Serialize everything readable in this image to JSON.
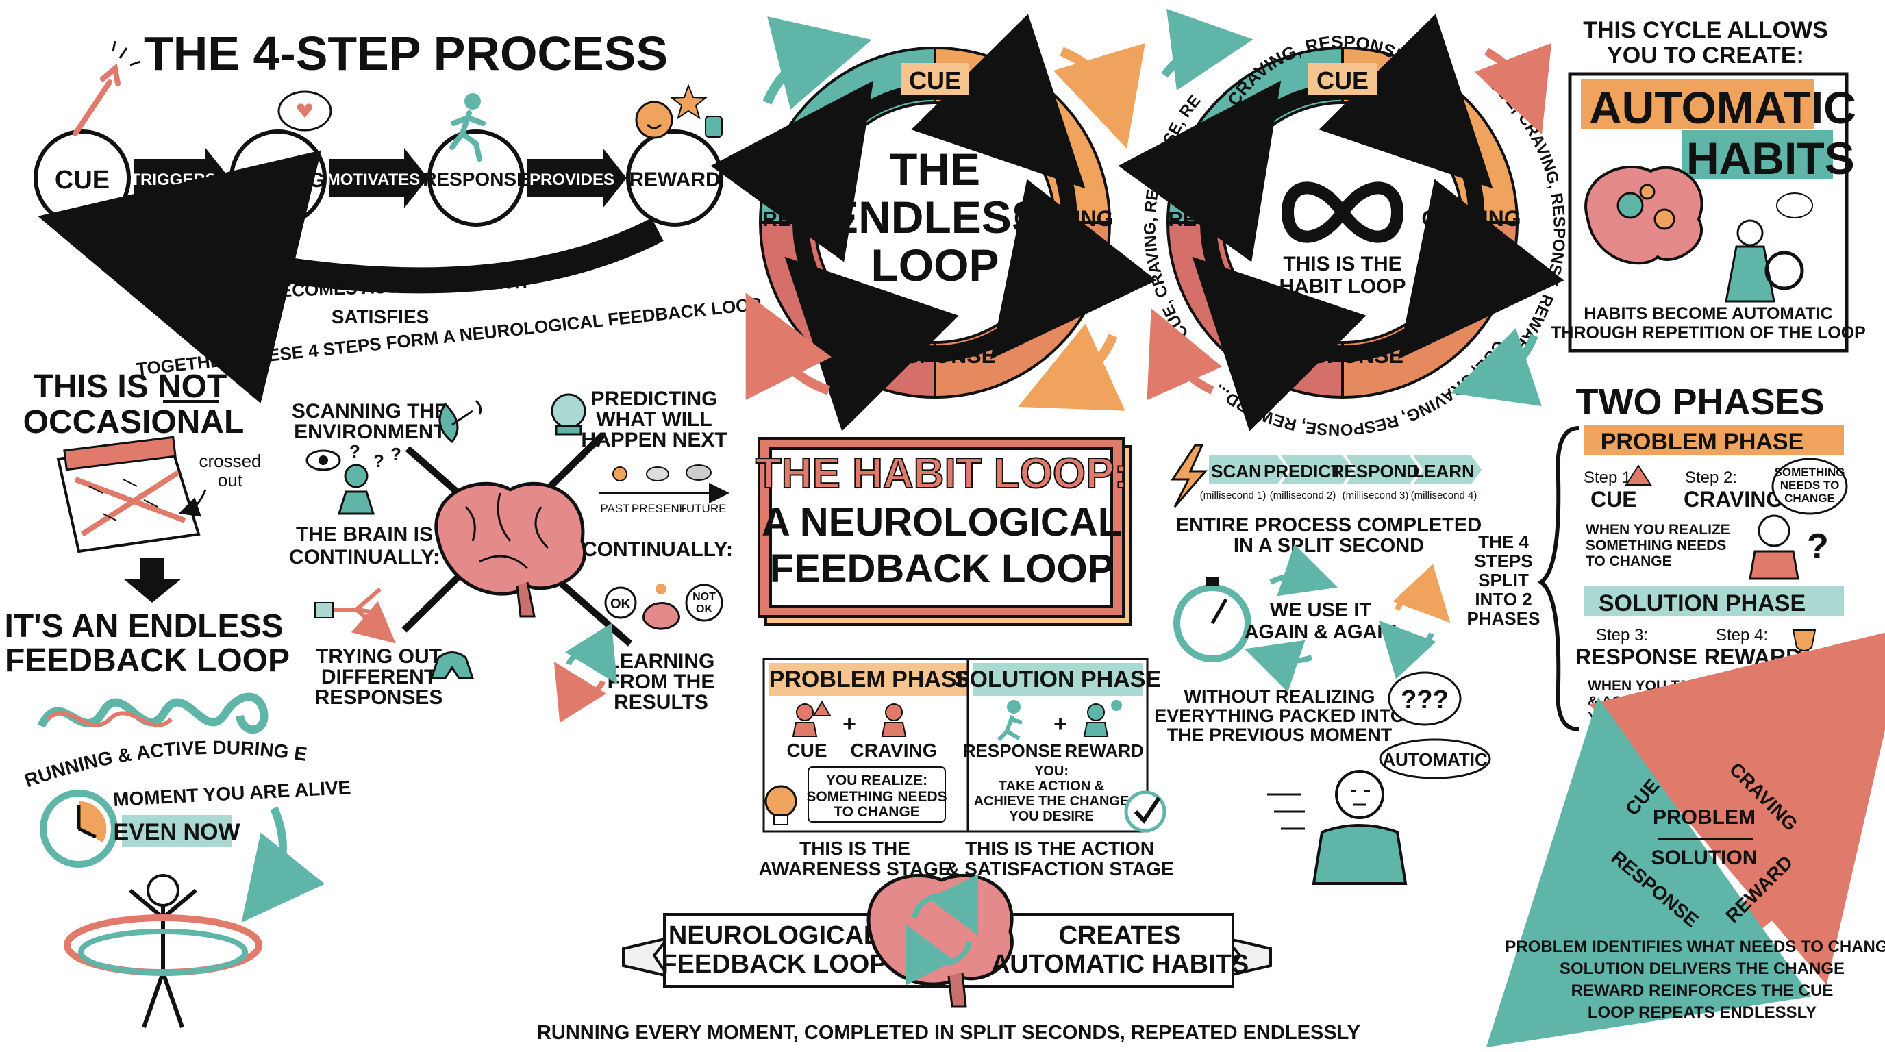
{
  "colors": {
    "teal": "#5fb5a8",
    "orange": "#f0a35c",
    "coral": "#e07a6a",
    "red": "#d35d5d",
    "ink": "#111111",
    "paper": "#ffffff",
    "tealLight": "#a9d9d0",
    "orangeLight": "#f6c48f"
  },
  "process": {
    "title": "THE 4-STEP PROCESS",
    "steps": [
      "CUE",
      "CRAVING",
      "RESPONSE",
      "REWARD"
    ],
    "connectors": [
      "TRIGGERS",
      "MOTIVATES",
      "PROVIDES"
    ],
    "return_label_1": "BECOMES ASSOCIATED WITH",
    "return_label_2": "SATISFIES",
    "summary": "TOGETHER, THESE 4 STEPS FORM A NEUROLOGICAL FEEDBACK LOOP"
  },
  "endless_loop": {
    "center": [
      "THE",
      "ENDLESS",
      "LOOP"
    ],
    "labels": {
      "top": "CUE",
      "right": "CRAVING",
      "bottom": "RESPONSE",
      "left": "REWARD"
    }
  },
  "infinity_loop": {
    "labels": {
      "top": "CUE",
      "right": "CRAVING",
      "bottom": "RESPONSE",
      "left": "REWARD"
    },
    "center": [
      "THIS IS THE",
      "HABIT LOOP"
    ],
    "ring_top": "CUE, CRAVING, RESPONSE, REWARD",
    "ring_right": "CUE, CRAVING, RESPONSE, REWARD",
    "ring_bottom": "CUE, CRAVING, RESPONSE, REWARD...",
    "ring_left": "CUE, CRAVING, RESPONSE, REWARD..."
  },
  "automatic": {
    "intro": [
      "THIS CYCLE ALLOWS",
      "YOU TO CREATE:"
    ],
    "title_1": "AUTOMATIC",
    "title_2": "HABITS",
    "caption": [
      "HABITS BECOME AUTOMATIC",
      "THROUGH REPETITION OF THE LOOP"
    ]
  },
  "not_occasional": {
    "title": [
      "THIS IS NOT",
      "OCCASIONAL"
    ],
    "note": [
      "crossed",
      "out"
    ],
    "result": [
      "IT'S AN ENDLESS",
      "FEEDBACK LOOP"
    ],
    "running": [
      "RUNNING & ACTIVE DURING EVERY",
      "MOMENT YOU ARE ALIVE"
    ],
    "even_now": "EVEN NOW"
  },
  "brain": {
    "scanning": [
      "SCANNING THE",
      "ENVIRONMENT"
    ],
    "predicting": [
      "PREDICTING",
      "WHAT WILL",
      "HAPPEN NEXT"
    ],
    "timeline": [
      "PAST",
      "PRESENT",
      "FUTURE"
    ],
    "continually_left": [
      "THE BRAIN IS",
      "CONTINUALLY:"
    ],
    "continually_right": "CONTINUALLY:",
    "trying": [
      "TRYING OUT",
      "DIFFERENT",
      "RESPONSES"
    ],
    "learning": [
      "LEARNING",
      "FROM THE",
      "RESULTS"
    ],
    "ok": "OK",
    "not_ok": [
      "NOT",
      "OK"
    ],
    "question_marks": [
      "?",
      "?",
      "?"
    ]
  },
  "habit_loop_card": {
    "title": "THE HABIT LOOP:",
    "subtitle": [
      "A NEUROLOGICAL",
      "FEEDBACK LOOP"
    ]
  },
  "phase_cards": {
    "problem": {
      "title": "PROBLEM PHASE",
      "left": "CUE",
      "right": "CRAVING",
      "note": [
        "YOU REALIZE:",
        "SOMETHING NEEDS",
        "TO CHANGE"
      ],
      "caption": [
        "THIS IS THE",
        "AWARENESS STAGE"
      ]
    },
    "solution": {
      "title": "SOLUTION PHASE",
      "left": "RESPONSE",
      "right": "REWARD",
      "note": [
        "YOU:",
        "TAKE ACTION &",
        "ACHIEVE THE CHANGE",
        "YOU DESIRE"
      ],
      "caption": [
        "THIS IS THE ACTION",
        "& SATISFACTION STAGE"
      ]
    }
  },
  "split_second": {
    "steps": [
      "SCAN",
      "PREDICT",
      "RESPOND",
      "LEARN"
    ],
    "ms": [
      "(millisecond 1)",
      "(millisecond 2)",
      "(millisecond 3)",
      "(millisecond 4)"
    ],
    "caption": [
      "ENTIRE PROCESS COMPLETED",
      "IN A SPLIT SECOND"
    ],
    "again": [
      "WE USE IT",
      "AGAIN & AGAIN"
    ],
    "without": [
      "WITHOUT REALIZING",
      "EVERYTHING PACKED INTO",
      "THE PREVIOUS MOMENT"
    ],
    "thought": "???",
    "automatic": "AUTOMATIC"
  },
  "two_phases": {
    "title": "TWO PHASES",
    "side_note": [
      "THE 4",
      "STEPS",
      "SPLIT",
      "INTO 2",
      "PHASES"
    ],
    "problem_title": "PROBLEM PHASE",
    "step1_label": "Step 1:",
    "step1_name": "CUE",
    "step2_label": "Step 2:",
    "step2_name": "CRAVING",
    "problem_note": [
      "WHEN YOU REALIZE",
      "SOMETHING NEEDS",
      "TO CHANGE"
    ],
    "bubble": [
      "SOMETHING",
      "NEEDS TO",
      "CHANGE"
    ],
    "solution_title": "SOLUTION PHASE",
    "step3_label": "Step 3:",
    "step3_name": "RESPONSE",
    "step4_label": "Step 4:",
    "step4_name": "REWARD",
    "solution_note": [
      "WHEN YOU TAKE ACTION",
      "& ACHIEVE THE CHANGE",
      "YOU DESIRE"
    ]
  },
  "mini_cycle": {
    "labels": [
      "CUE",
      "CRAVING",
      "REWARD",
      "RESPONSE"
    ],
    "center": [
      "PROBLEM",
      "SOLUTION"
    ],
    "summary": [
      "PROBLEM IDENTIFIES WHAT NEEDS TO CHANGE",
      "SOLUTION DELIVERS THE CHANGE",
      "REWARD REINFORCES THE CUE",
      "LOOP REPEATS ENDLESSLY"
    ]
  },
  "banner": {
    "left": [
      "NEUROLOGICAL",
      "FEEDBACK LOOP"
    ],
    "right": [
      "CREATES",
      "AUTOMATIC HABITS"
    ],
    "footer": "RUNNING EVERY MOMENT, COMPLETED IN SPLIT SECONDS, REPEATED ENDLESSLY"
  }
}
